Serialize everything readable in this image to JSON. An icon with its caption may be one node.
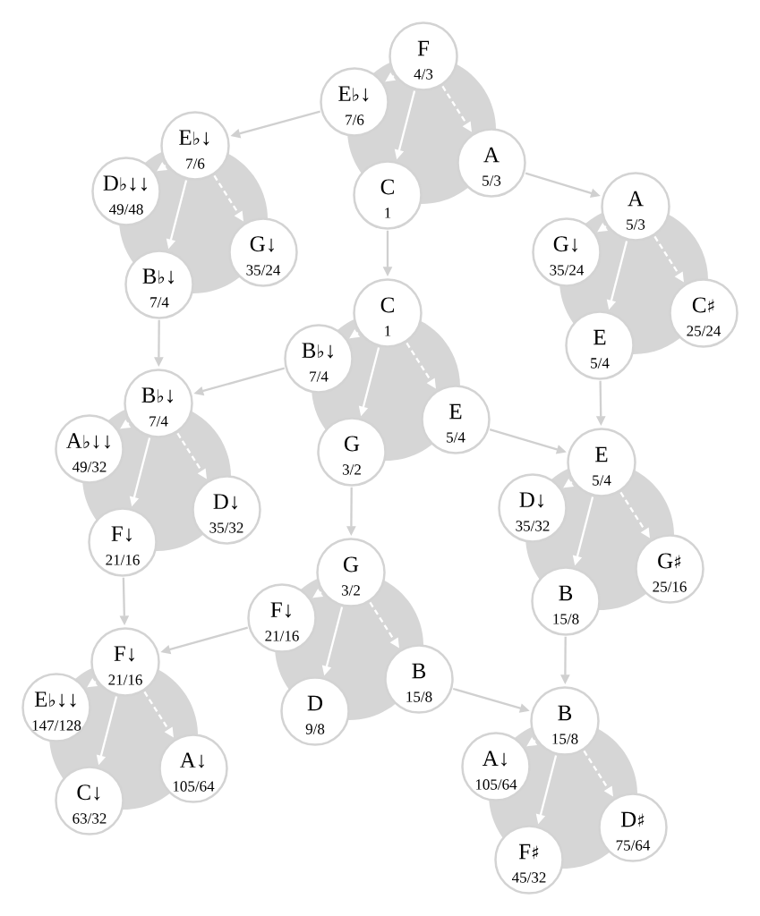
{
  "diagram": {
    "nodes": [
      {
        "text": [
          "F",
          "4/3"
        ]
      },
      {
        "text": [
          "E♭↓",
          "7/6"
        ]
      },
      {
        "text": [
          "A",
          "5/3"
        ]
      },
      {
        "text": [
          "C",
          "1"
        ]
      },
      {
        "text": [
          "E♭↓",
          "7/6"
        ]
      },
      {
        "text": [
          "D♭↓↓",
          "49/48"
        ]
      },
      {
        "text": [
          "G↓",
          "35/24"
        ]
      },
      {
        "text": [
          "B♭↓",
          "7/4"
        ]
      },
      {
        "text": [
          "A",
          "5/3"
        ]
      },
      {
        "text": [
          "G↓",
          "35/24"
        ]
      },
      {
        "text": [
          "C♯",
          "25/24"
        ]
      },
      {
        "text": [
          "E",
          "5/4"
        ]
      },
      {
        "text": [
          "C",
          "1"
        ]
      },
      {
        "text": [
          "B♭↓",
          "7/4"
        ]
      },
      {
        "text": [
          "E",
          "5/4"
        ]
      },
      {
        "text": [
          "G",
          "3/2"
        ]
      },
      {
        "text": [
          "B♭↓",
          "7/4"
        ]
      },
      {
        "text": [
          "A♭↓↓",
          "49/32"
        ]
      },
      {
        "text": [
          "D↓",
          "35/32"
        ]
      },
      {
        "text": [
          "F↓",
          "21/16"
        ]
      },
      {
        "text": [
          "E",
          "5/4"
        ]
      },
      {
        "text": [
          "D↓",
          "35/32"
        ]
      },
      {
        "text": [
          "G♯",
          "25/16"
        ]
      },
      {
        "text": [
          "B",
          "15/8"
        ]
      },
      {
        "text": [
          "G",
          "3/2"
        ]
      },
      {
        "text": [
          "F↓",
          "21/16"
        ]
      },
      {
        "text": [
          "B",
          "15/8"
        ]
      },
      {
        "text": [
          "D",
          "9/8"
        ]
      },
      {
        "text": [
          "F↓",
          "21/16"
        ]
      },
      {
        "text": [
          "E♭↓↓",
          "147/128"
        ]
      },
      {
        "text": [
          "A↓",
          "105/64"
        ]
      },
      {
        "text": [
          "C↓",
          "63/32"
        ]
      },
      {
        "text": [
          "B",
          "15/8"
        ]
      },
      {
        "text": [
          "A↓",
          "105/64"
        ]
      },
      {
        "text": [
          "D♯",
          "75/64"
        ]
      },
      {
        "text": [
          "F♯",
          "45/32"
        ]
      }
    ],
    "edges": [
      {
        "from": 0,
        "to": 1,
        "arrow": "to"
      },
      {
        "from": 0,
        "to": 3,
        "arrow": "to"
      },
      {
        "from": 0,
        "to": 2,
        "arrow": "to",
        "style": "dashed"
      },
      {
        "from": 1,
        "to": 4,
        "arrow": "to",
        "color": "#d0d0d0"
      },
      {
        "from": 2,
        "to": 8,
        "arrow": "to",
        "color": "#d0d0d0"
      },
      {
        "from": 3,
        "to": 12,
        "arrow": "to",
        "color": "#d0d0d0"
      },
      {
        "from": 4,
        "to": 5,
        "arrow": "to"
      },
      {
        "from": 4,
        "to": 7,
        "arrow": "to"
      },
      {
        "from": 4,
        "to": 6,
        "arrow": "to",
        "style": "dashed"
      },
      {
        "from": 7,
        "to": 16,
        "arrow": "to",
        "color": "#d0d0d0"
      },
      {
        "from": 8,
        "to": 9,
        "arrow": "to"
      },
      {
        "from": 8,
        "to": 11,
        "arrow": "to"
      },
      {
        "from": 8,
        "to": 10,
        "arrow": "to",
        "style": "dashed"
      },
      {
        "from": 11,
        "to": 20,
        "arrow": "to",
        "color": "#d0d0d0"
      },
      {
        "from": 12,
        "to": 13,
        "arrow": "to"
      },
      {
        "from": 12,
        "to": 15,
        "arrow": "to"
      },
      {
        "from": 12,
        "to": 14,
        "arrow": "to",
        "style": "dashed"
      },
      {
        "from": 13,
        "to": 16,
        "arrow": "to",
        "color": "#d0d0d0"
      },
      {
        "from": 14,
        "to": 20,
        "arrow": "to",
        "color": "#d0d0d0"
      },
      {
        "from": 15,
        "to": 24,
        "arrow": "to",
        "color": "#d0d0d0"
      },
      {
        "from": 16,
        "to": 17,
        "arrow": "to"
      },
      {
        "from": 16,
        "to": 19,
        "arrow": "to"
      },
      {
        "from": 16,
        "to": 18,
        "arrow": "to",
        "style": "dashed"
      },
      {
        "from": 19,
        "to": 28,
        "arrow": "to",
        "color": "#d0d0d0"
      },
      {
        "from": 20,
        "to": 21,
        "arrow": "to"
      },
      {
        "from": 20,
        "to": 23,
        "arrow": "to"
      },
      {
        "from": 20,
        "to": 22,
        "arrow": "to",
        "style": "dashed"
      },
      {
        "from": 23,
        "to": 32,
        "arrow": "to",
        "color": "#d0d0d0"
      },
      {
        "from": 24,
        "to": 25,
        "arrow": "to"
      },
      {
        "from": 24,
        "to": 27,
        "arrow": "to"
      },
      {
        "from": 24,
        "to": 26,
        "arrow": "to",
        "style": "dashed"
      },
      {
        "from": 25,
        "to": 28,
        "arrow": "to",
        "color": "#d0d0d0"
      },
      {
        "from": 26,
        "to": 32,
        "arrow": "to",
        "color": "#d0d0d0"
      },
      {
        "from": 28,
        "to": 29,
        "arrow": "to"
      },
      {
        "from": 28,
        "to": 31,
        "arrow": "to"
      },
      {
        "from": 28,
        "to": 30,
        "arrow": "to",
        "style": "dashed"
      },
      {
        "from": 32,
        "to": 33,
        "arrow": "to"
      },
      {
        "from": 32,
        "to": 35,
        "arrow": "to"
      },
      {
        "from": 32,
        "to": 34,
        "arrow": "to",
        "style": "dashed"
      }
    ]
  }
}
